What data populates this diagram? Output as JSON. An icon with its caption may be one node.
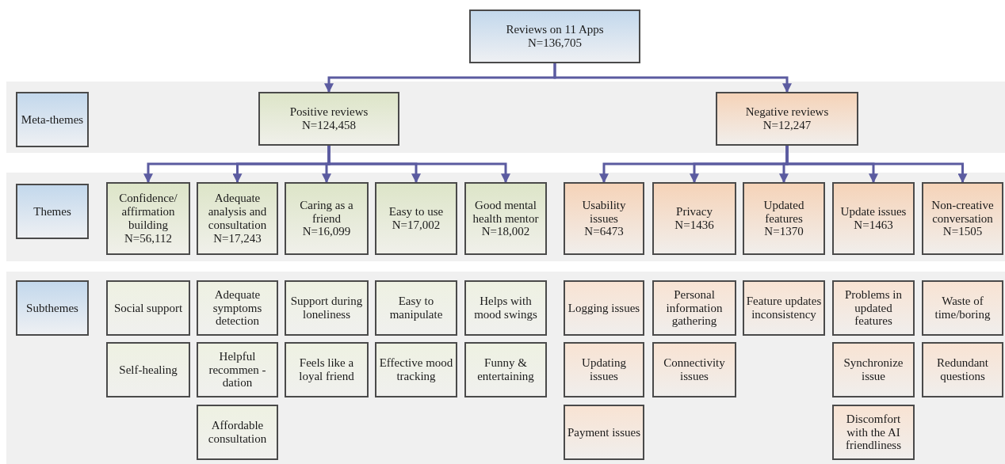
{
  "diagram": {
    "nodes": [
      {
        "text": [
          "Reviews on 11 Apps",
          "N=136,705"
        ]
      },
      {
        "text": [
          "Meta-themes"
        ]
      },
      {
        "text": [
          "Positive reviews",
          "N=124,458"
        ]
      },
      {
        "text": [
          "Negative reviews",
          "N=12,247"
        ]
      },
      {
        "text": [
          "Themes"
        ]
      },
      {
        "text": [
          "Confidence/ affirmation building",
          "N=56,112"
        ]
      },
      {
        "text": [
          "Adequate analysis and consultation",
          "N=17,243"
        ]
      },
      {
        "text": [
          "Caring as a friend",
          "N=16,099"
        ]
      },
      {
        "text": [
          "Easy to use",
          "N=17,002"
        ]
      },
      {
        "text": [
          "Good mental health mentor",
          "N=18,002"
        ]
      },
      {
        "text": [
          "Usability issues",
          "N=6473"
        ]
      },
      {
        "text": [
          "Privacy",
          "N=1436"
        ]
      },
      {
        "text": [
          "Updated features",
          "N=1370"
        ]
      },
      {
        "text": [
          "Update issues",
          "N=1463"
        ]
      },
      {
        "text": [
          "Non-creative conversation",
          "N=1505"
        ]
      },
      {
        "text": [
          "Subthemes"
        ]
      },
      {
        "text": [
          "Social support"
        ]
      },
      {
        "text": [
          "Self-healing"
        ]
      },
      {
        "text": [
          "Adequate symptoms detection"
        ]
      },
      {
        "text": [
          "Helpful recommen -dation"
        ]
      },
      {
        "text": [
          "Affordable consultation"
        ]
      },
      {
        "text": [
          "Support during loneliness"
        ]
      },
      {
        "text": [
          "Feels like a loyal friend"
        ]
      },
      {
        "text": [
          "Easy to manipulate"
        ]
      },
      {
        "text": [
          "Effective mood tracking"
        ]
      },
      {
        "text": [
          "Helps with mood swings"
        ]
      },
      {
        "text": [
          "Funny & entertaining"
        ]
      },
      {
        "text": [
          "Logging issues"
        ]
      },
      {
        "text": [
          "Updating issues"
        ]
      },
      {
        "text": [
          "Payment issues"
        ]
      },
      {
        "text": [
          "Personal information gathering"
        ]
      },
      {
        "text": [
          "Connectivity issues"
        ]
      },
      {
        "text": [
          "Feature updates inconsistency"
        ]
      },
      {
        "text": [
          "Problems in updated features"
        ]
      },
      {
        "text": [
          "Synchronize issue"
        ]
      },
      {
        "text": [
          "Discomfort with the AI friendliness"
        ]
      },
      {
        "text": [
          "Waste of time/boring"
        ]
      },
      {
        "text": [
          "Redundant questions"
        ]
      }
    ],
    "edges": [
      {
        "from": 0,
        "to": 2,
        "arrow": "to"
      },
      {
        "from": 0,
        "to": 3,
        "arrow": "to"
      },
      {
        "from": 2,
        "to": 5,
        "arrow": "to"
      },
      {
        "from": 2,
        "to": 6,
        "arrow": "to"
      },
      {
        "from": 2,
        "to": 7,
        "arrow": "to"
      },
      {
        "from": 2,
        "to": 8,
        "arrow": "to"
      },
      {
        "from": 2,
        "to": 9,
        "arrow": "to"
      },
      {
        "from": 3,
        "to": 10,
        "arrow": "to"
      },
      {
        "from": 3,
        "to": 11,
        "arrow": "to"
      },
      {
        "from": 3,
        "to": 12,
        "arrow": "to"
      },
      {
        "from": 3,
        "to": 13,
        "arrow": "to"
      },
      {
        "from": 3,
        "to": 14,
        "arrow": "to"
      }
    ]
  }
}
